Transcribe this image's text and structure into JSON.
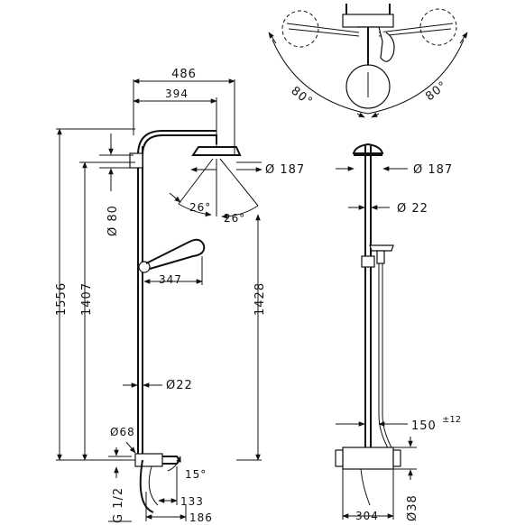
{
  "dimensions": {
    "total_width": "486",
    "arm_length": "394",
    "head_diameter_side": "Ø 187",
    "head_diameter_front": "Ø 187",
    "tilt_left": "26°",
    "tilt_right": "26°",
    "wall_bracket": "Ø 80",
    "hand_shower_reach": "347",
    "overall_height": "1556",
    "height_1407": "1407",
    "height_1428": "1428",
    "pipe_diameter_side": "Ø22",
    "pipe_diameter_front": "Ø 22",
    "connection_68": "Ø68",
    "thread": "G 1/2",
    "angle_15": "15°",
    "dim_133": "133",
    "dim_186": "186",
    "rotation_left": "80°",
    "rotation_right": "80°",
    "spacing_150": "150",
    "tolerance": "±12",
    "thermostat_width": "304",
    "body_diameter": "Ø38"
  }
}
